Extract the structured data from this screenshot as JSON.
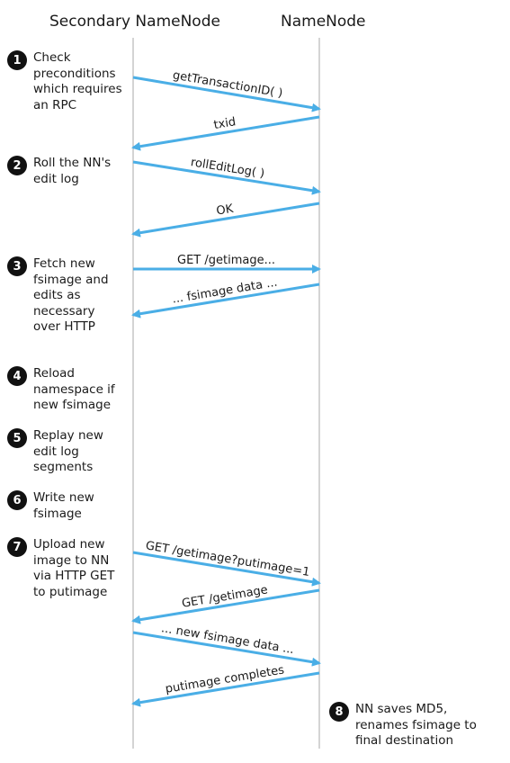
{
  "lanes": {
    "secondary": "Secondary NameNode",
    "namenode": "NameNode"
  },
  "steps": [
    {
      "num": "1",
      "text": "Check preconditions which requires an RPC"
    },
    {
      "num": "2",
      "text": "Roll the NN's edit log"
    },
    {
      "num": "3",
      "text": "Fetch new fsimage and edits as necessary over HTTP"
    },
    {
      "num": "4",
      "text": "Reload namespace if new fsimage"
    },
    {
      "num": "5",
      "text": "Replay new edit log segments"
    },
    {
      "num": "6",
      "text": "Write new fsimage"
    },
    {
      "num": "7",
      "text": "Upload new image to NN via HTTP GET to putimage"
    },
    {
      "num": "8",
      "text": "NN saves MD5, renames fsimage to final destination"
    }
  ],
  "messages": [
    {
      "label": "getTransactionID( )",
      "direction": "to-namenode"
    },
    {
      "label": "txid",
      "direction": "to-secondary"
    },
    {
      "label": "rollEditLog( )",
      "direction": "to-namenode"
    },
    {
      "label": "OK",
      "direction": "to-secondary"
    },
    {
      "label": "GET /getimage...",
      "direction": "to-namenode"
    },
    {
      "label": "... fsimage data ...",
      "direction": "to-secondary"
    },
    {
      "label": "GET /getimage?putimage=1",
      "direction": "to-namenode"
    },
    {
      "label": "GET /getimage",
      "direction": "to-secondary"
    },
    {
      "label": "... new fsimage data ...",
      "direction": "to-namenode"
    },
    {
      "label": "putimage completes",
      "direction": "to-secondary"
    }
  ],
  "colors": {
    "arrow": "#4aaee6",
    "lifeline": "#bdbdbd",
    "badge": "#111111"
  }
}
